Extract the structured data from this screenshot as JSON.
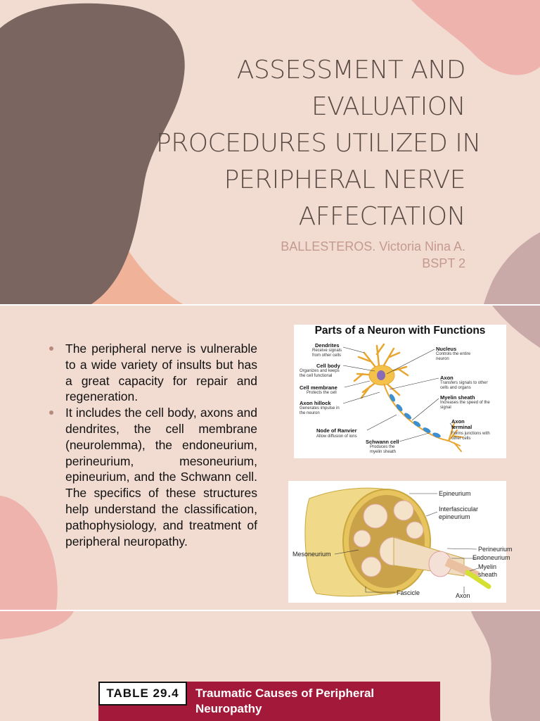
{
  "slide1": {
    "title_lines": [
      "ASSESSMENT AND",
      "EVALUATION",
      "PROCEDURES UTILIZED IN",
      "PERIPHERAL NERVE",
      "AFFECTATION"
    ],
    "author_name": "BALLESTEROS. Victoria Nina A.",
    "author_section": "BSPT 2"
  },
  "slide2": {
    "bullets": [
      "The peripheral nerve is vulnerable to a wide variety of insults but has a great capacity for repair and regeneration.",
      "It includes the cell body, axons and dendrites, the cell membrane (neurolemma), the endoneurium, perineurium, mesoneurium, epineurium, and the Schwann cell. The specifics of these structures help understand the classification, pathophysiology, and treatment of peripheral neuropathy."
    ],
    "neuron_figure": {
      "title": "Parts of a Neuron with Functions",
      "labels": {
        "dendrites": "Dendrites",
        "dendrites_sub": "Receive signals from other cells",
        "cell_body": "Cell body",
        "cell_body_sub": "Organizes and keeps the cell functional",
        "cell_membrane": "Cell membrane",
        "cell_membrane_sub": "Protects the cell",
        "axon_hillock": "Axon hillock",
        "axon_hillock_sub": "Generates impulse in the neuron",
        "node_ranvier": "Node of Ranvier",
        "node_ranvier_sub": "Allow diffusion of ions",
        "schwann": "Schwann cell",
        "schwann_sub": "Produces the myelin sheath",
        "nucleus": "Nucleus",
        "nucleus_sub": "Controls the entire neuron",
        "axon": "Axon",
        "axon_sub": "Transfers signals to other cells and organs",
        "myelin": "Myelin sheath",
        "myelin_sub": "Increases the speed of the signal",
        "axon_terminal": "Axon terminal",
        "axon_terminal_sub": "Forms junctions with other cells"
      }
    },
    "nerve_figure": {
      "labels": {
        "epineurium": "Epineurium",
        "interfascicular": "Interfascicular epineurium",
        "mesoneurium": "Mesoneurium",
        "perineurium": "Perineurium",
        "endoneurium": "Endoneurium",
        "myelin": "Myelin sheath",
        "fascicle": "Fascicle",
        "axon": "Axon"
      }
    }
  },
  "slide3": {
    "table_label": "TABLE 29.4",
    "table_title": "Traumatic Causes of Peripheral Neuropathy"
  },
  "colors": {
    "background": "#f2dcd2",
    "title_text": "#5a4a44",
    "author_text": "#c49a8f",
    "blob_dark": "#7a6560",
    "blob_peach": "#f0b39a",
    "blob_pink": "#eeb3ad",
    "blob_mauve": "#c9aaa8",
    "table_accent": "#a31939"
  }
}
